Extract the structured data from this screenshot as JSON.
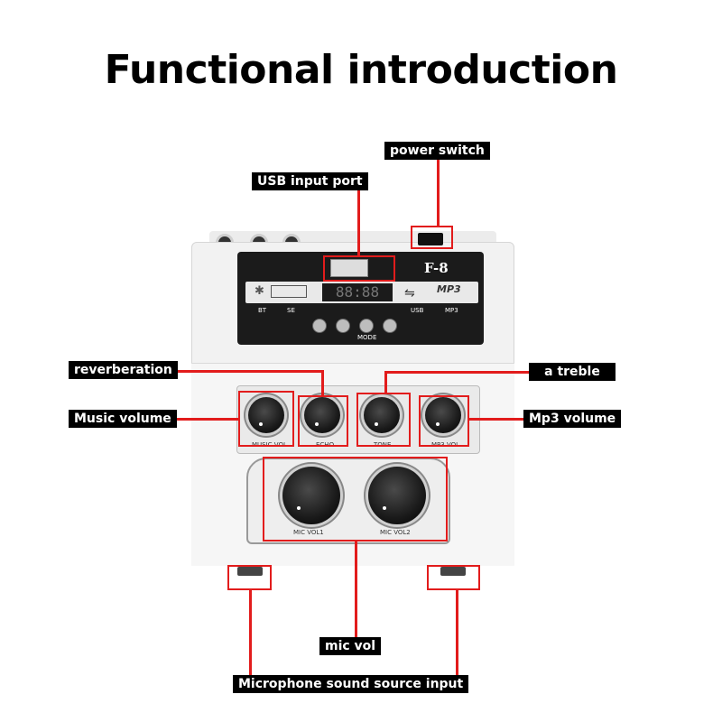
{
  "title": "Functional introduction",
  "labels": {
    "power_switch": "power switch",
    "usb_input_port": "USB input port",
    "reverberation": "reverberation",
    "a_treble": "a treble",
    "music_volume": "Music volume",
    "mp3_volume": "Mp3 volume",
    "mic_vol": "mic vol",
    "mic_source_input": "Microphone sound source input"
  },
  "device": {
    "model": "F-8",
    "display": "88:88",
    "panel_labels": {
      "bt": "BT",
      "se": "SE",
      "usb": "USB",
      "mp3": "MP3",
      "mp3_logo": "MP3",
      "mode": "MODE"
    },
    "knob_labels": [
      "MUSIC VOL",
      "ECHO",
      "TONE",
      "MP3 VOL"
    ],
    "mic_labels": [
      "MIC VOL1",
      "MIC VOL2"
    ]
  },
  "colors": {
    "label_bg": "#000000",
    "highlight": "#e21c1c"
  }
}
